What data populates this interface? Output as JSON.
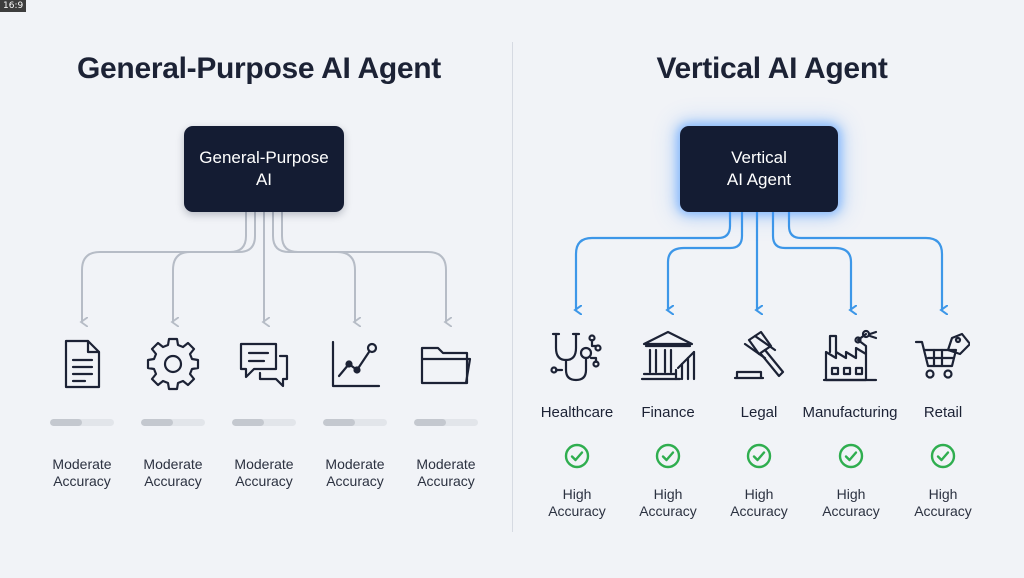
{
  "badge": "16:9",
  "left": {
    "title": "General-Purpose AI Agent",
    "hub_label": "General-Purpose\nAI",
    "items": [
      {
        "icon": "document-icon",
        "accuracy": "Moderate\nAccuracy"
      },
      {
        "icon": "gear-icon",
        "accuracy": "Moderate\nAccuracy"
      },
      {
        "icon": "chat-bubbles-icon",
        "accuracy": "Moderate\nAccuracy"
      },
      {
        "icon": "line-chart-icon",
        "accuracy": "Moderate\nAccuracy"
      },
      {
        "icon": "folder-icon",
        "accuracy": "Moderate\nAccuracy"
      }
    ],
    "accuracy_level": 0.5
  },
  "right": {
    "title": "Vertical AI Agent",
    "hub_label": "Vertical\nAI Agent",
    "items": [
      {
        "icon": "stethoscope-icon",
        "label": "Healthcare",
        "accuracy": "High\nAccuracy"
      },
      {
        "icon": "bank-icon",
        "label": "Finance",
        "accuracy": "High\nAccuracy"
      },
      {
        "icon": "gavel-icon",
        "label": "Legal",
        "accuracy": "High\nAccuracy"
      },
      {
        "icon": "factory-icon",
        "label": "Manufacturing",
        "accuracy": "High\nAccuracy"
      },
      {
        "icon": "shopping-cart-icon",
        "label": "Retail",
        "accuracy": "High\nAccuracy"
      }
    ]
  },
  "colors": {
    "background": "#f1f3f7",
    "hub": "#141c33",
    "general_arrows": "#b6bcc6",
    "vertical_arrows": "#3d97e8",
    "check": "#2fae4f",
    "bar_track": "#e2e5ea",
    "bar_fill": "#c4c8cf"
  }
}
